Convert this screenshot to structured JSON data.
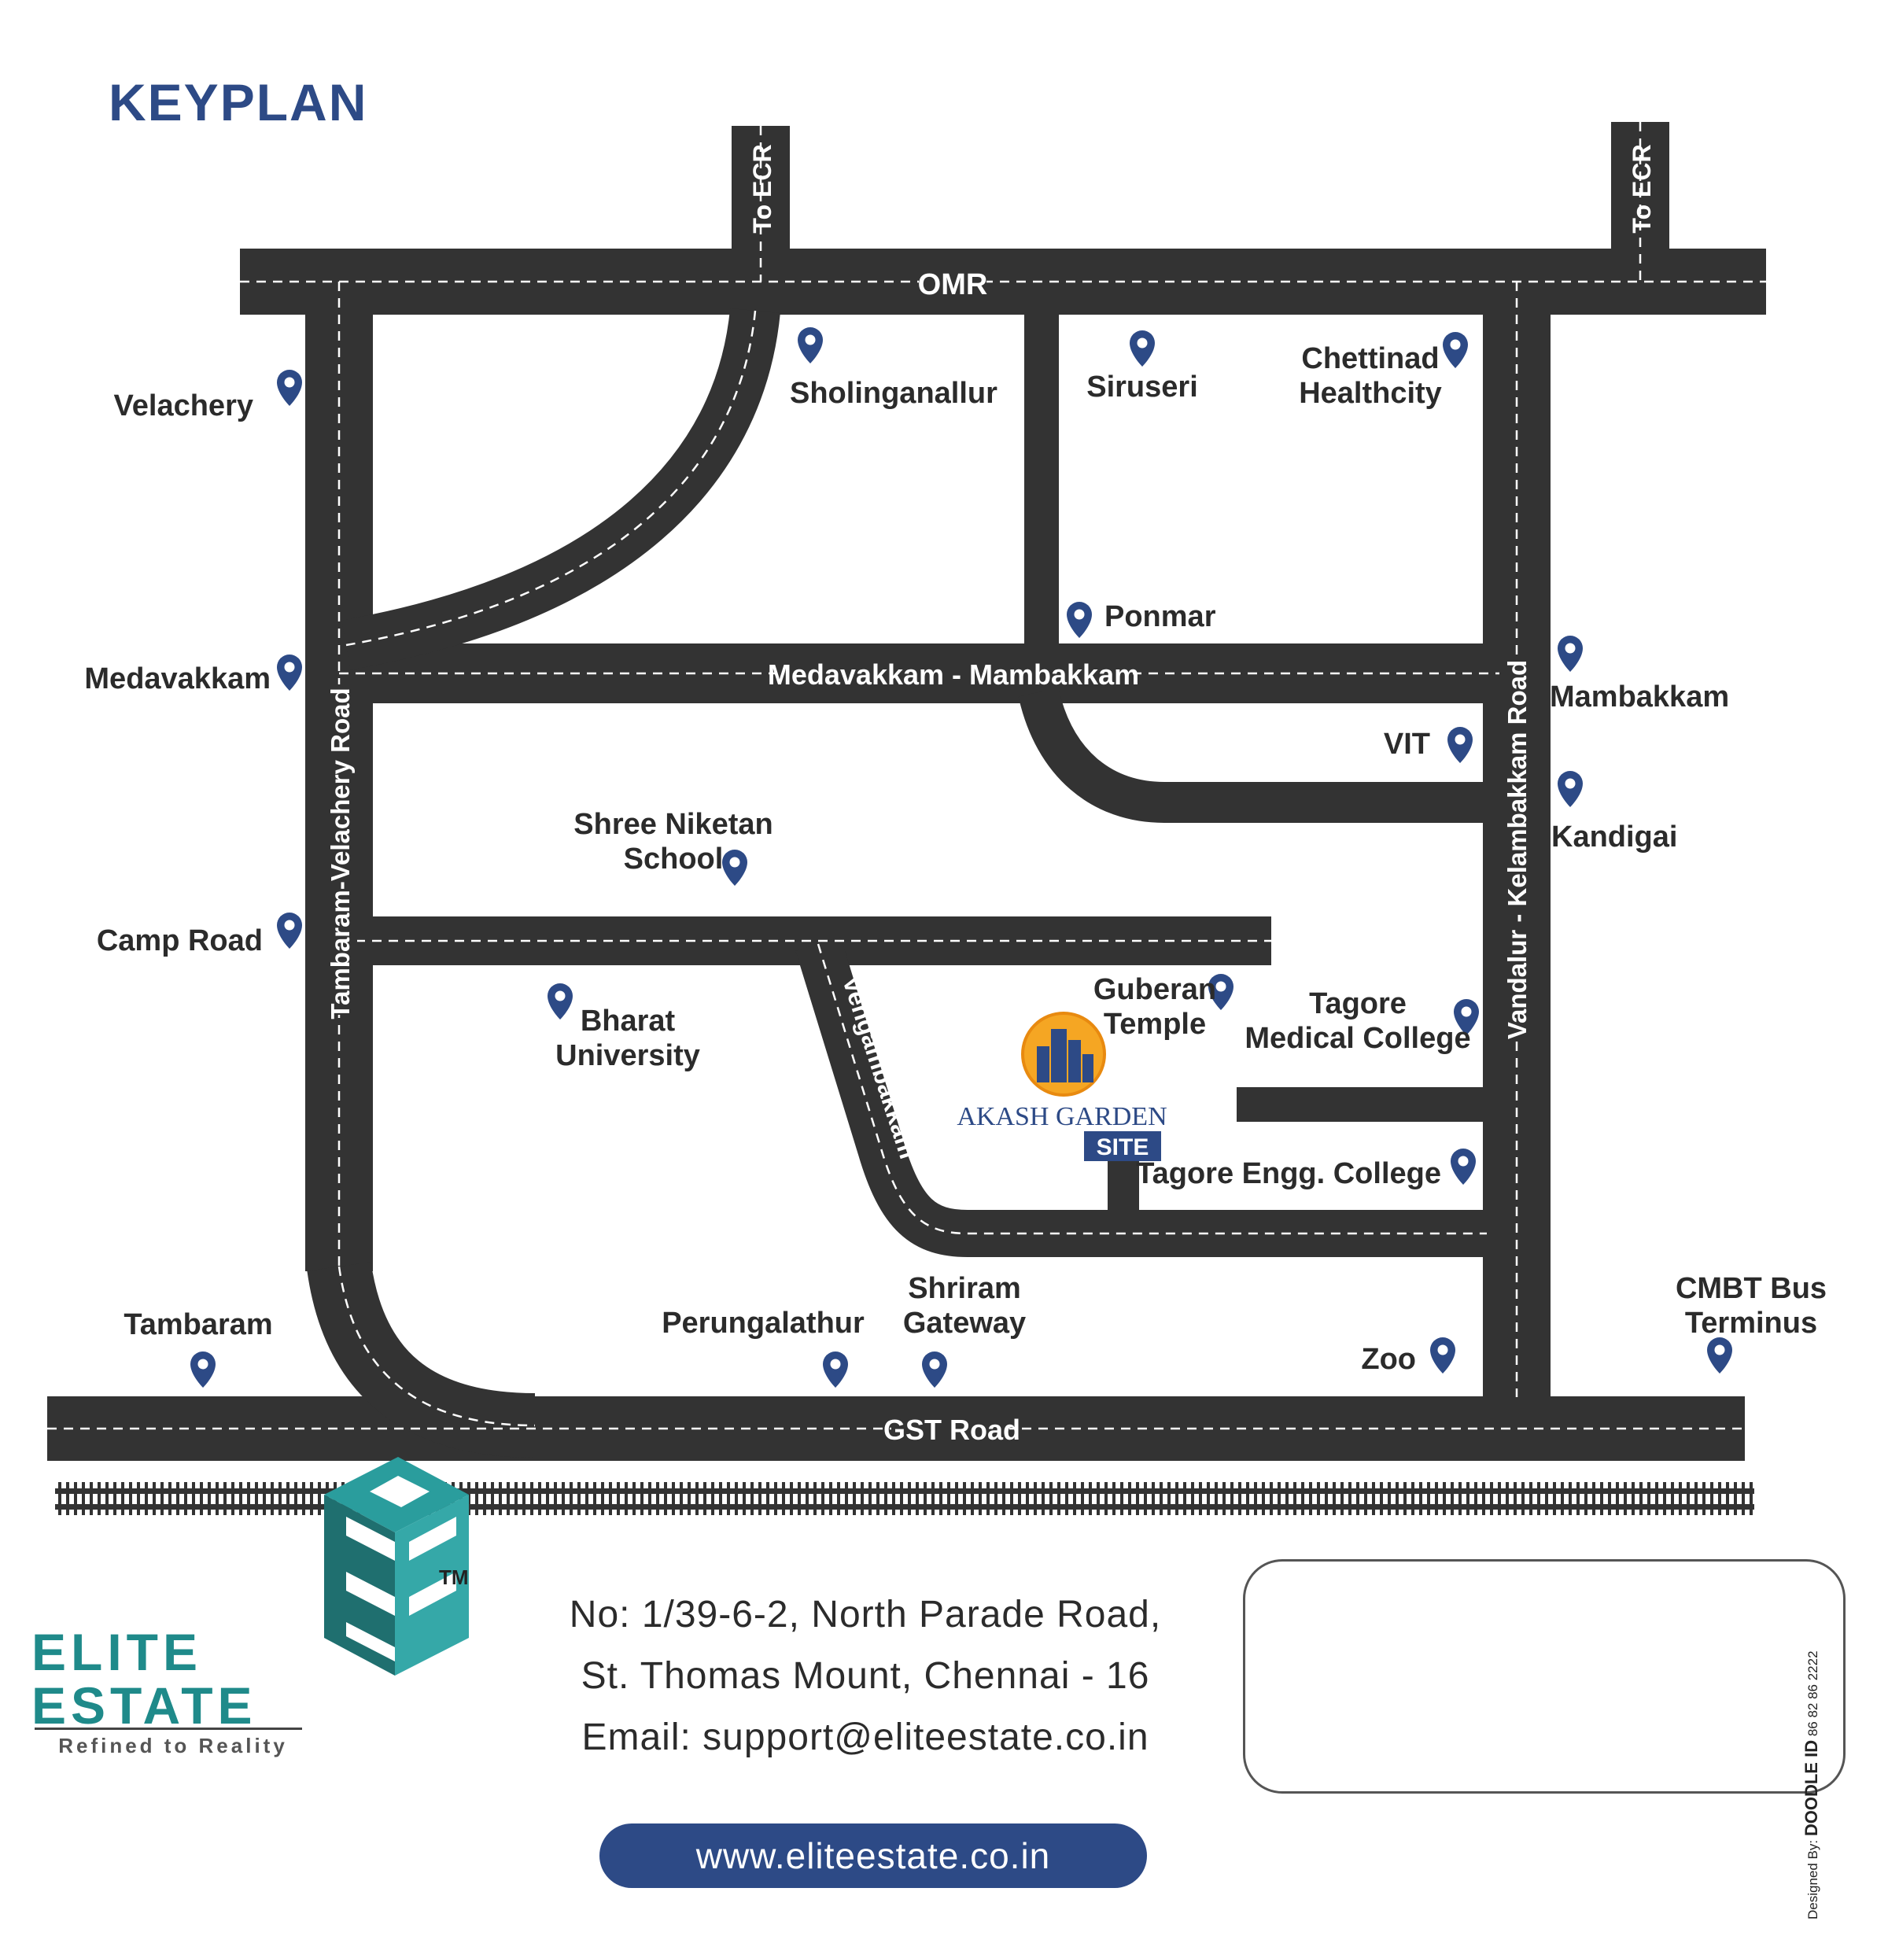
{
  "title": "KEYPLAN",
  "roads": {
    "omr": "OMR",
    "to_ecr_1": "To ECR",
    "to_ecr_2": "To ECR",
    "medavakkam_mambakkam": "Medavakkam - Mambakkam",
    "tambaram_velachery": "Tambaram-Velachery Road",
    "vandalur_kelambakkam": "Vandalur - Kelambakkam Road",
    "vengambakkam": "Vengambakkam",
    "gst": "GST Road"
  },
  "places": {
    "velachery": "Velachery",
    "sholinganallur": "Sholinganallur",
    "siruseri": "Siruseri",
    "chettinad_1": "Chettinad",
    "chettinad_2": "Healthcity",
    "ponmar": "Ponmar",
    "medavakkam": "Medavakkam",
    "mambakkam": "Mambakkam",
    "vit": "VIT",
    "kandigai": "Kandigai",
    "shree_1": "Shree Niketan",
    "shree_2": "School",
    "camp_road": "Camp Road",
    "bharat_1": "Bharat",
    "bharat_2": "University",
    "guberan_1": "Guberan",
    "guberan_2": "Temple",
    "tagore_med_1": "Tagore",
    "tagore_med_2": "Medical College",
    "tagore_engg": "Tagore Engg. College",
    "tambaram": "Tambaram",
    "perungalathur": "Perungalathur",
    "shriram_1": "Shriram",
    "shriram_2": "Gateway",
    "zoo": "Zoo",
    "cmbt_1": "CMBT Bus",
    "cmbt_2": "Terminus"
  },
  "site": {
    "name": "AKASH GARDEN",
    "badge": "SITE"
  },
  "logo": {
    "line1": "ELITE",
    "line2": "ESTATE",
    "tagline": "Refined to Reality",
    "tm": "TM"
  },
  "address": {
    "line1": "No: 1/39-6-2, North Parade Road,",
    "line2": "St. Thomas Mount, Chennai - 16",
    "line3": "Email: support@eliteestate.co.in"
  },
  "website": "www.eliteestate.co.in",
  "credit": {
    "designed_by": "Designed By:",
    "brand": "DOODLE ID",
    "phone": "86 82 86 2222"
  },
  "colors": {
    "road": "#333333",
    "pin": "#2d4a86",
    "title": "#2d4a86",
    "brand_teal": "#1f8a8a"
  },
  "icons": {
    "pin": "map-pin-icon",
    "site": "building-icon",
    "railway": "railway-track-icon",
    "logo": "cube-e-logo-icon"
  }
}
